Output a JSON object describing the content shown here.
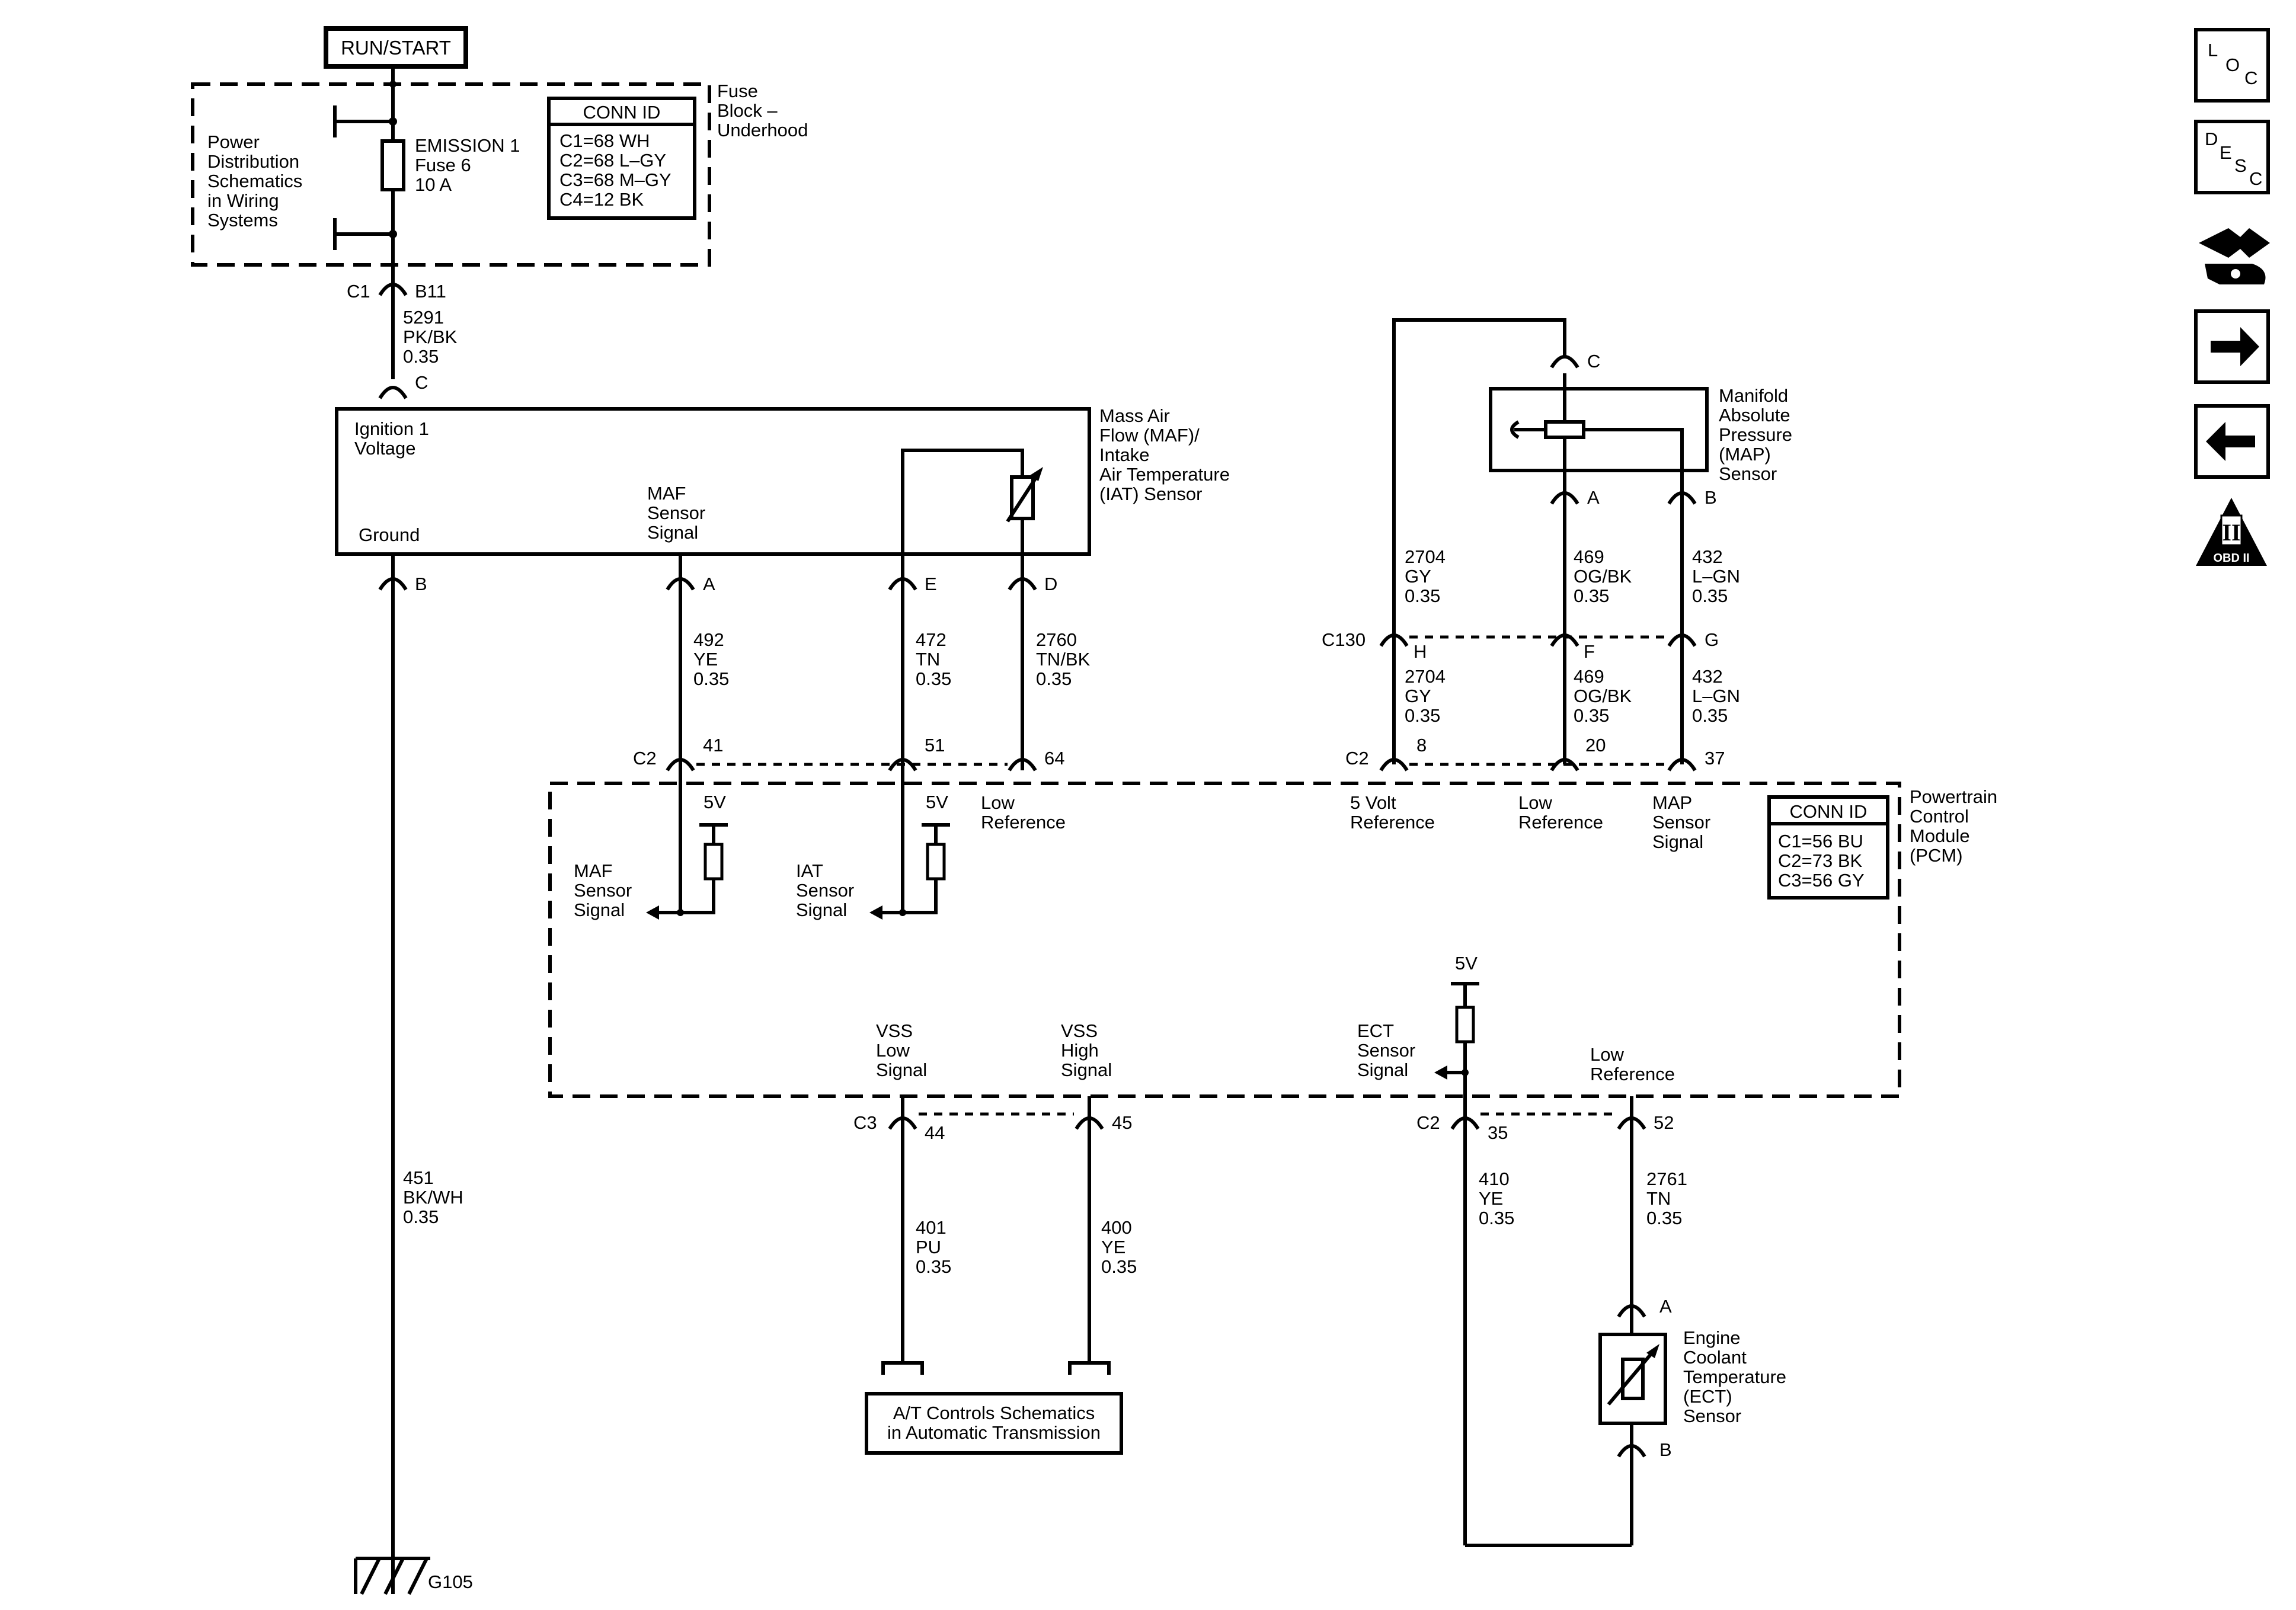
{
  "power": {
    "run_start": "RUN/START",
    "power_dist": [
      "Power",
      "Distribution",
      "Schematics",
      "in Wiring",
      "Systems"
    ],
    "fuse": [
      "EMISSION 1",
      "Fuse 6",
      "10 A"
    ],
    "fuse_block": [
      "Fuse",
      "Block –",
      "Underhood"
    ],
    "conn_id_title": "CONN ID",
    "conn_id_lines": [
      "C1=68 WH",
      "C2=68 L–GY",
      "C3=68 M–GY",
      "C4=12 BK"
    ]
  },
  "maf_sensor": {
    "connector_c1": "C1",
    "pin_b11": "B11",
    "wire_5291": [
      "5291",
      "PK/BK",
      "0.35"
    ],
    "pin_c": "C",
    "ignition": [
      "Ignition 1",
      "Voltage"
    ],
    "ground": "Ground",
    "maf_signal": [
      "MAF",
      "Sensor",
      "Signal"
    ],
    "name": [
      "Mass Air",
      "Flow (MAF)/",
      "Intake",
      "Air Temperature",
      "(IAT) Sensor"
    ],
    "pin_b": "B",
    "pin_a": "A",
    "pin_e": "E",
    "pin_d": "D"
  },
  "maf_wires": {
    "w492": [
      "492",
      "YE",
      "0.35"
    ],
    "w472": [
      "472",
      "TN",
      "0.35"
    ],
    "w2760": [
      "2760",
      "TN/BK",
      "0.35"
    ],
    "c2": "C2",
    "p41": "41",
    "p51": "51",
    "p64": "64"
  },
  "map_sensor": {
    "pin_c": "C",
    "name": [
      "Manifold",
      "Absolute",
      "Pressure",
      "(MAP)",
      "Sensor"
    ],
    "pin_a": "A",
    "pin_b": "B",
    "w2704": [
      "2704",
      "GY",
      "0.35"
    ],
    "w469": [
      "469",
      "OG/BK",
      "0.35"
    ],
    "w432": [
      "432",
      "L–GN",
      "0.35"
    ],
    "c130": "C130",
    "pin_h": "H",
    "pin_f": "F",
    "pin_g": "G",
    "c2": "C2",
    "p8": "8",
    "p20": "20",
    "p37": "37"
  },
  "pcm": {
    "five_v": "5V",
    "maf_signal": [
      "MAF",
      "Sensor",
      "Signal"
    ],
    "iat_signal": [
      "IAT",
      "Sensor",
      "Signal"
    ],
    "low_ref": [
      "Low",
      "Reference"
    ],
    "five_volt_ref": [
      "5 Volt",
      "Reference"
    ],
    "map_signal": [
      "MAP",
      "Sensor",
      "Signal"
    ],
    "name": [
      "Powertrain",
      "Control",
      "Module",
      "(PCM)"
    ],
    "conn_id_title": "CONN ID",
    "conn_id_lines": [
      "C1=56 BU",
      "C2=73 BK",
      "C3=56 GY"
    ],
    "vss_low": [
      "VSS",
      "Low",
      "Signal"
    ],
    "vss_high": [
      "VSS",
      "High",
      "Signal"
    ],
    "ect_signal": [
      "ECT",
      "Sensor",
      "Signal"
    ]
  },
  "bottom": {
    "c3": "C3",
    "p44": "44",
    "p45": "45",
    "c2": "C2",
    "p35": "35",
    "p52": "52",
    "w451": [
      "451",
      "BK/WH",
      "0.35"
    ],
    "w401": [
      "401",
      "PU",
      "0.35"
    ],
    "w400": [
      "400",
      "YE",
      "0.35"
    ],
    "w410": [
      "410",
      "YE",
      "0.35"
    ],
    "w2761": [
      "2761",
      "TN",
      "0.35"
    ],
    "at_box": [
      "A/T Controls Schematics",
      "in Automatic Transmission"
    ],
    "ect_pin_a": "A",
    "ect_pin_b": "B",
    "ect_name": [
      "Engine",
      "Coolant",
      "Temperature",
      "(ECT)",
      "Sensor"
    ],
    "ground_id": "G105"
  },
  "nav": {
    "loc_letters": [
      "L",
      "O",
      "C"
    ],
    "desc_letters": [
      "D",
      "E",
      "S",
      "C"
    ],
    "obd_numeral": "II",
    "obd_label": "OBD II"
  }
}
